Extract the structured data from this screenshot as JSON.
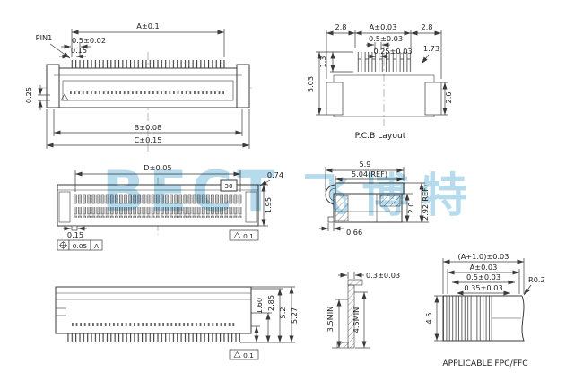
{
  "watermark": {
    "latin": "BECT",
    "cjk": "飞博特"
  },
  "top_view": {
    "pin1_label": "PIN1",
    "dim_overall_pins": "A±0.1",
    "dim_pitch": "0.5±0.02",
    "dim_pad_width": "0.15",
    "dim_edge": "0.25",
    "dim_body_width": "B±0.08",
    "dim_overall_width": "C±0.15"
  },
  "pcb_view": {
    "title": "P.C.B Layout",
    "dim_left_margin": "2.8",
    "dim_pad_span": "A±0.03",
    "dim_right_margin": "2.8",
    "dim_pitch": "0.5±0.03",
    "dim_pad_width": "0.25±0.03",
    "dim_pad_length": "1.3",
    "dim_side_pad_offset": "1.73",
    "dim_height": "5.03",
    "dim_side_pad_height": "2.6"
  },
  "front_view": {
    "dim_contact_span": "D±0.05",
    "dim_top": "0.74",
    "pin_count": "30",
    "dim_height": "1.95",
    "dim_contact": "0.15",
    "gdt_tolerance": "0.05",
    "gdt_datum": "A",
    "flatness_tolerance": "0.1"
  },
  "side_view": {
    "dim_overall_depth": "5.9",
    "dim_body_depth": "5.04(REF)",
    "dim_body_height": "2.0",
    "dim_overall_height": "2.92(REF)",
    "dim_foot": "0.66"
  },
  "closed_view": {
    "dim_1": "1.60",
    "dim_2": "2.85",
    "dim_3": "5.2",
    "dim_4": "5.27",
    "flatness_tolerance": "0.1"
  },
  "section_view": {
    "dim_thickness": "0.3±0.03",
    "dim_min_1": "3.5MIN",
    "dim_min_2": "4.5MIN"
  },
  "fpc_view": {
    "title": "APPLICABLE FPC/FFC",
    "dim_overall": "(A+1.0)±0.03",
    "dim_contact_span": "A±0.03",
    "dim_pitch": "0.5±0.03",
    "dim_finger_width": "0.35±0.03",
    "dim_corner_radius": "R0.2",
    "dim_depth": "4.5"
  }
}
